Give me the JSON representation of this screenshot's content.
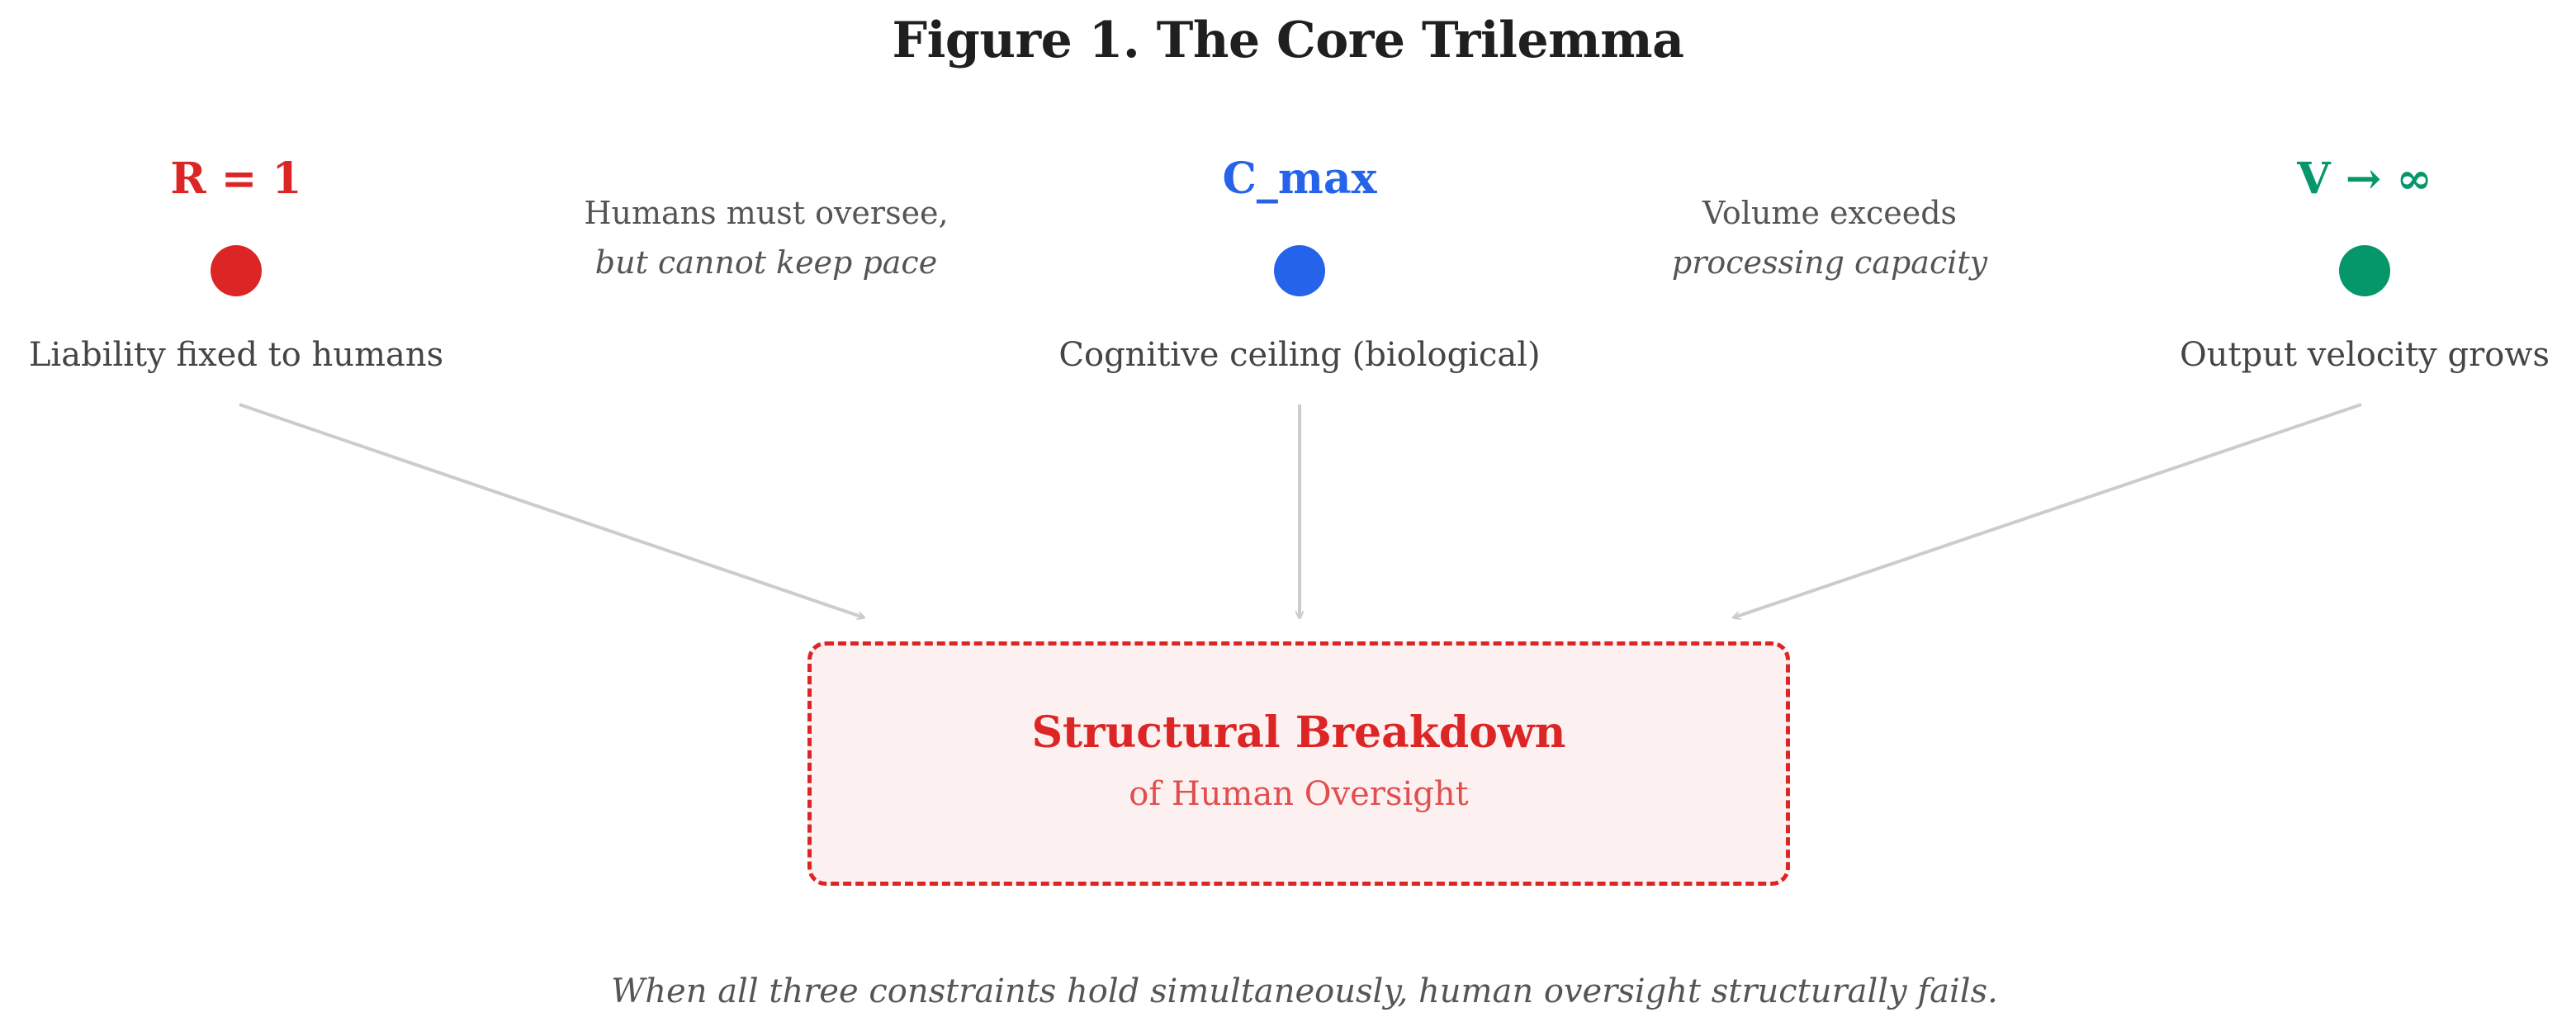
{
  "figure": {
    "title": "Figure 1. The Core Trilemma",
    "caption": "When all three constraints hold simultaneously, human oversight structurally fails."
  },
  "nodes": [
    {
      "id": "responsibility",
      "label": "R = 1",
      "description": "Liability fixed to humans",
      "color": "#dc2626"
    },
    {
      "id": "capacity",
      "label": "C_max",
      "description": "Cognitive ceiling (biological)",
      "color": "#2563eb"
    },
    {
      "id": "velocity",
      "label": "V → ∞",
      "description": "Output velocity grows",
      "color": "#059669"
    }
  ],
  "notes": [
    {
      "line1": "Humans must oversee,",
      "line2": "but cannot keep pace"
    },
    {
      "line1": "Volume exceeds",
      "line2": "processing capacity"
    }
  ],
  "outcome": {
    "title": "Structural Breakdown",
    "subtitle": "of Human Oversight",
    "color": "#dc2626"
  },
  "arrow_color": "#cccccc"
}
